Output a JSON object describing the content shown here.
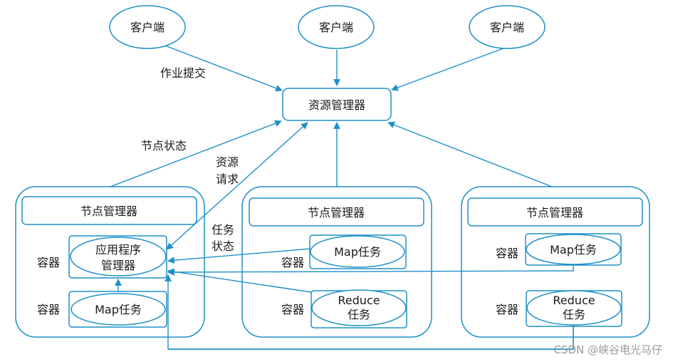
{
  "colors": {
    "stroke": "#1e90c8",
    "line": "#1e90c8",
    "text": "#1a1a1a",
    "watermark": "#9a9a9a"
  },
  "clients": [
    "客户端",
    "客户端",
    "客户端"
  ],
  "resource_manager": "资源管理器",
  "labels": {
    "job_submit": "作业提交",
    "node_status": "节点状态",
    "resource_request_1": "资源",
    "resource_request_2": "请求",
    "task_status_1": "任务",
    "task_status_2": "状态"
  },
  "nodes": [
    {
      "manager": "节点管理器",
      "containers": [
        {
          "label": "容器",
          "task_lines": [
            "应用程序",
            "管理器"
          ]
        },
        {
          "label": "容器",
          "task_lines": [
            "Map任务"
          ]
        }
      ]
    },
    {
      "manager": "节点管理器",
      "containers": [
        {
          "label": "容器",
          "task_lines": [
            "Map任务"
          ]
        },
        {
          "label": "容器",
          "task_lines": [
            "Reduce",
            "任务"
          ]
        }
      ]
    },
    {
      "manager": "节点管理器",
      "containers": [
        {
          "label": "容器",
          "task_lines": [
            "Map任务"
          ]
        },
        {
          "label": "容器",
          "task_lines": [
            "Reduce",
            "任务"
          ]
        }
      ]
    }
  ],
  "watermark": "CSDN @峡谷电光马仔"
}
